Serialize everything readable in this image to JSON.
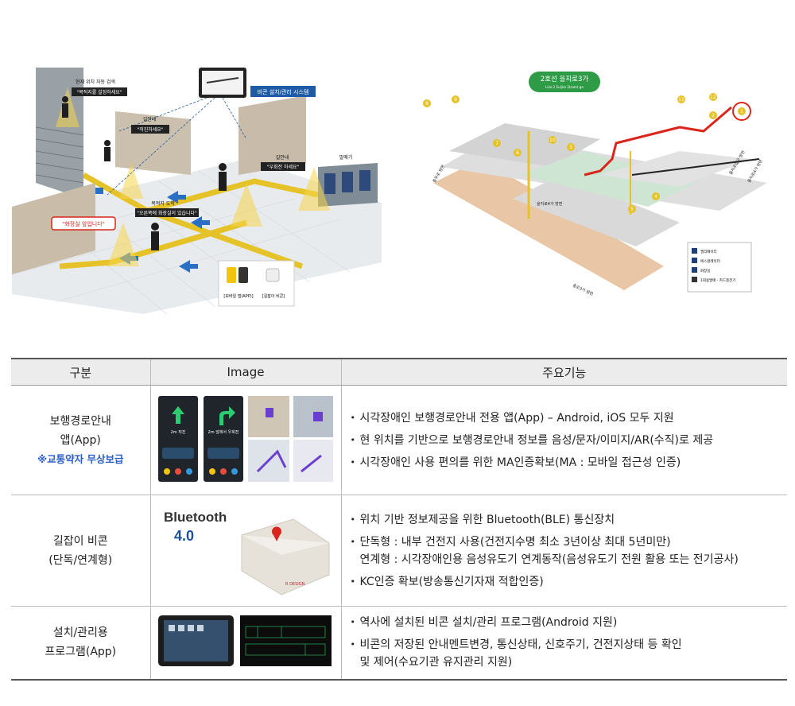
{
  "scene": {
    "labels": {
      "search": "현재 위치 자동 검색",
      "search_prompt": "\"목적지를 설정하세요\"",
      "guide1": "길안내",
      "guide1_prompt": "\"직진하세요\"",
      "guide2": "길안내",
      "guide2_prompt": "\"우회전 하세요\"",
      "arrival": "목적지 도착",
      "arrival_prompt": "\"오른쪽에 화장실이 있습니다\"",
      "toilet_alert": "\"화장실 앞입니다\"",
      "ticket": "발매기",
      "system": "비콘 설치/관리 시스템",
      "legend_app": "[모바일 앱(APP)]",
      "legend_beacon": "[길잡이 비콘]"
    }
  },
  "map": {
    "station_name": "2호선 을지로3가",
    "station_sub": "Line 2 Euljiro 3(sam)-ga",
    "exits": [
      "8",
      "9",
      "7",
      "6",
      "10",
      "3",
      "11",
      "12",
      "2",
      "1",
      "5",
      "4"
    ],
    "dirs": {
      "d1": "충무로 방면",
      "d2": "을지로4가 방면",
      "d3": "을지로입구 방면",
      "d4": "을지로4가 방면",
      "d5": "종로3가 방면"
    },
    "legend": [
      "엘리베이터",
      "에스컬레이터",
      "화장실",
      "1회용발매 · 카드충전기"
    ]
  },
  "table": {
    "headers": {
      "category": "구분",
      "image": "Image",
      "features": "주요기능"
    },
    "rows": [
      {
        "category": [
          "보행경로안내",
          "앱(App)"
        ],
        "note": "※교통약자 무상보급",
        "image": {
          "screen1": "2m 직진",
          "screen2": "2m 앞에서 우회전"
        },
        "features": [
          "시각장애인 보행경로안내 전용 앱(App) – Android, iOS 모두 지원",
          "현 위치를 기반으로 보행경로안내 정보를 음성/문자/이미지/AR(수직)로 제공",
          "시각장애인 사용 편의를 위한 MA인증확보(MA : 모바일 접근성 인증)"
        ]
      },
      {
        "category": [
          "길잡이 비콘",
          "(단독/연계형)"
        ],
        "image": {
          "bt_word": "Bluetooth",
          "bt_version": "4.0",
          "brand": "R DESIGN"
        },
        "features": [
          "위치 기반 정보제공을 위한 Bluetooth(BLE) 통신장치",
          "단독형 : 내부 건전지 사용(건전지수명 최소 3년이상 최대 5년미만)",
          "KC인증 확보(방송통신기자재 적합인증)"
        ],
        "feature_continuation": "연계형 : 시각장애인용 음성유도기 연계동작(음성유도기 전원 활용 또는 전기공사)"
      },
      {
        "category": [
          "설치/관리용",
          "프로그램(App)"
        ],
        "features": [
          "역사에 설치된 비콘 설치/관리 프로그램(Android 지원)",
          "비콘의 저장된 안내멘트변경, 통신상태, 신호주기, 건전지상태 등 확인"
        ],
        "feature_continuation": "및 제어(수요기관 유지관리 지원)"
      }
    ]
  },
  "colors": {
    "accent_blue": "#2a5cc7",
    "route_yellow": "#e6c229",
    "route_red": "#d9261c",
    "station_green": "#2e9b46"
  }
}
